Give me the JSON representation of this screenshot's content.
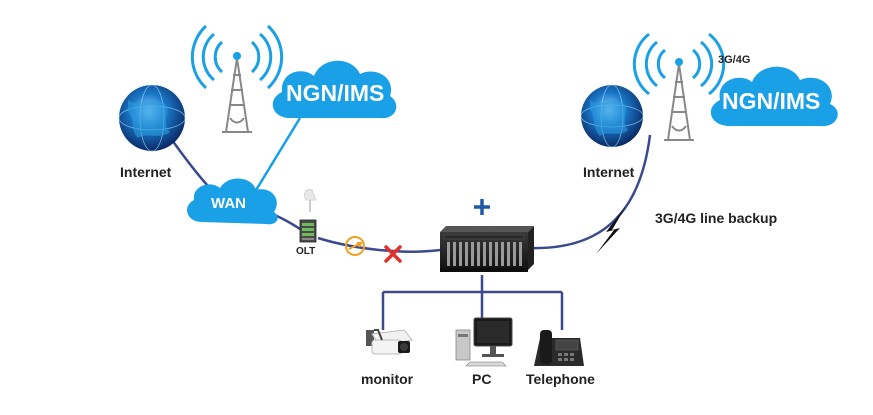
{
  "labels": {
    "internet_left": "Internet",
    "internet_right": "Internet",
    "wan": "WAN",
    "olt": "OLT",
    "ngn_left": "NGN/IMS",
    "ngn_right": "NGN/IMS",
    "network_3g4g": "3G/4G",
    "backup_line": "3G/4G line backup",
    "monitor": "monitor",
    "pc": "PC",
    "telephone": "Telephone"
  },
  "colors": {
    "cloud_blue": "#1aa0e6",
    "link_line": "#3a4a8c",
    "ngn_link": "#1aa0e6",
    "fault_red": "#e0312b",
    "switch_orange": "#f0a020",
    "plus_blue": "#1c5aa6"
  }
}
